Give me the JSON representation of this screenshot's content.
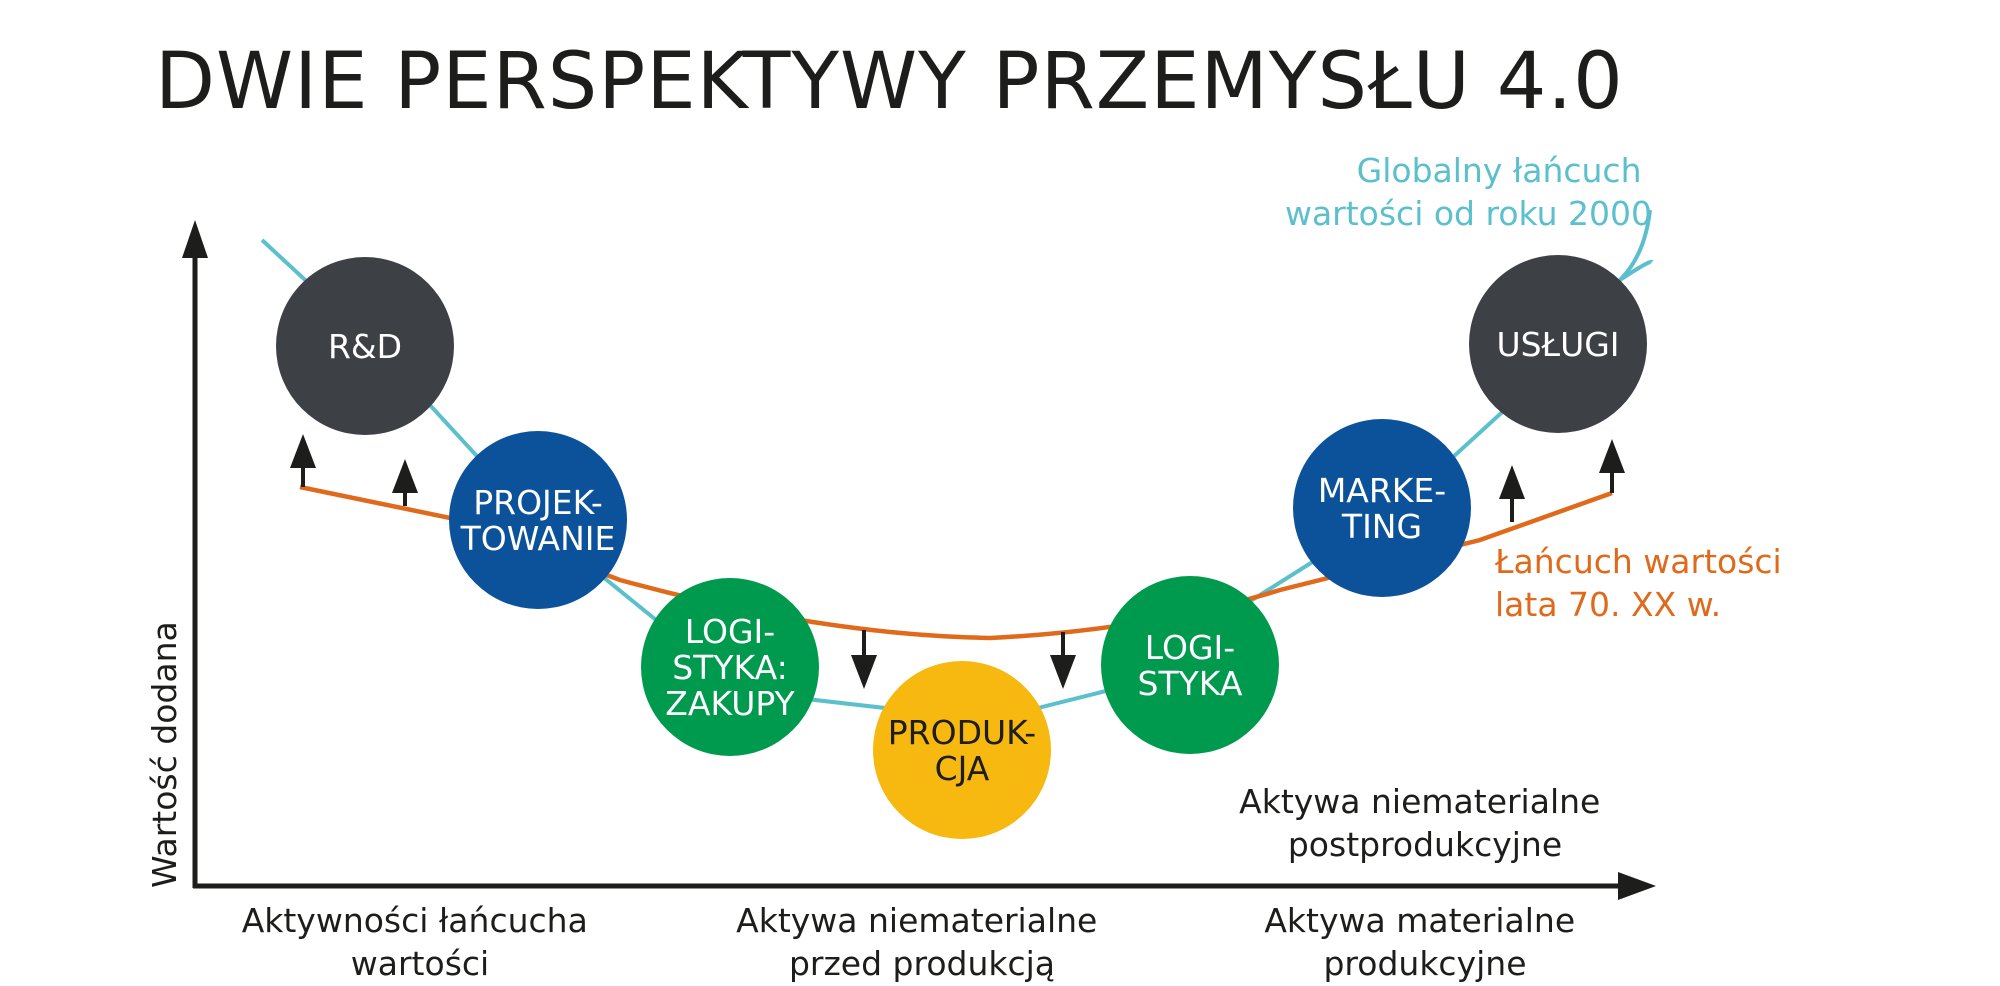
{
  "title": "DWIE PERSPEKTYWY PRZEMYSŁU 4.0",
  "colors": {
    "teal": "#5bc0cc",
    "orange": "#e06a1b",
    "dark_gray": "#3d4145",
    "blue": "#0b529a",
    "green": "#009a4e",
    "yellow": "#f7b80f",
    "axis": "#1d1d1b"
  },
  "y_axis_label": "Wartość dodana",
  "curves": {
    "global": [
      "Globalny łańcuch",
      "wartości od roku 2000"
    ],
    "seventies": [
      "Łańcuch wartości",
      "lata 70. XX w."
    ]
  },
  "nodes": [
    {
      "id": "rd",
      "lines": [
        "R&D"
      ],
      "color": "dark_gray"
    },
    {
      "id": "projektowanie",
      "lines": [
        "PROJEK-",
        "TOWANIE"
      ],
      "color": "blue"
    },
    {
      "id": "logistyka-zakupy",
      "lines": [
        "LOGI-",
        "STYKA:",
        "ZAKUPY"
      ],
      "color": "green"
    },
    {
      "id": "produkcja",
      "lines": [
        "PRODUK-",
        "CJA"
      ],
      "color": "yellow"
    },
    {
      "id": "logistyka",
      "lines": [
        "LOGI-",
        "STYKA"
      ],
      "color": "green"
    },
    {
      "id": "marketing",
      "lines": [
        "MARKE-",
        "TING"
      ],
      "color": "blue"
    },
    {
      "id": "uslugi",
      "lines": [
        "USŁUGI"
      ],
      "color": "dark_gray"
    }
  ],
  "bottom_labels": [
    [
      "Aktywności łańcucha",
      "wartości"
    ],
    [
      "Aktywa niematerialne",
      "przed produkcją"
    ],
    [
      "Aktywa materialne",
      "produkcyjne"
    ]
  ],
  "right_label": [
    "Aktywa niematerialne",
    "postprodukcyjne"
  ]
}
